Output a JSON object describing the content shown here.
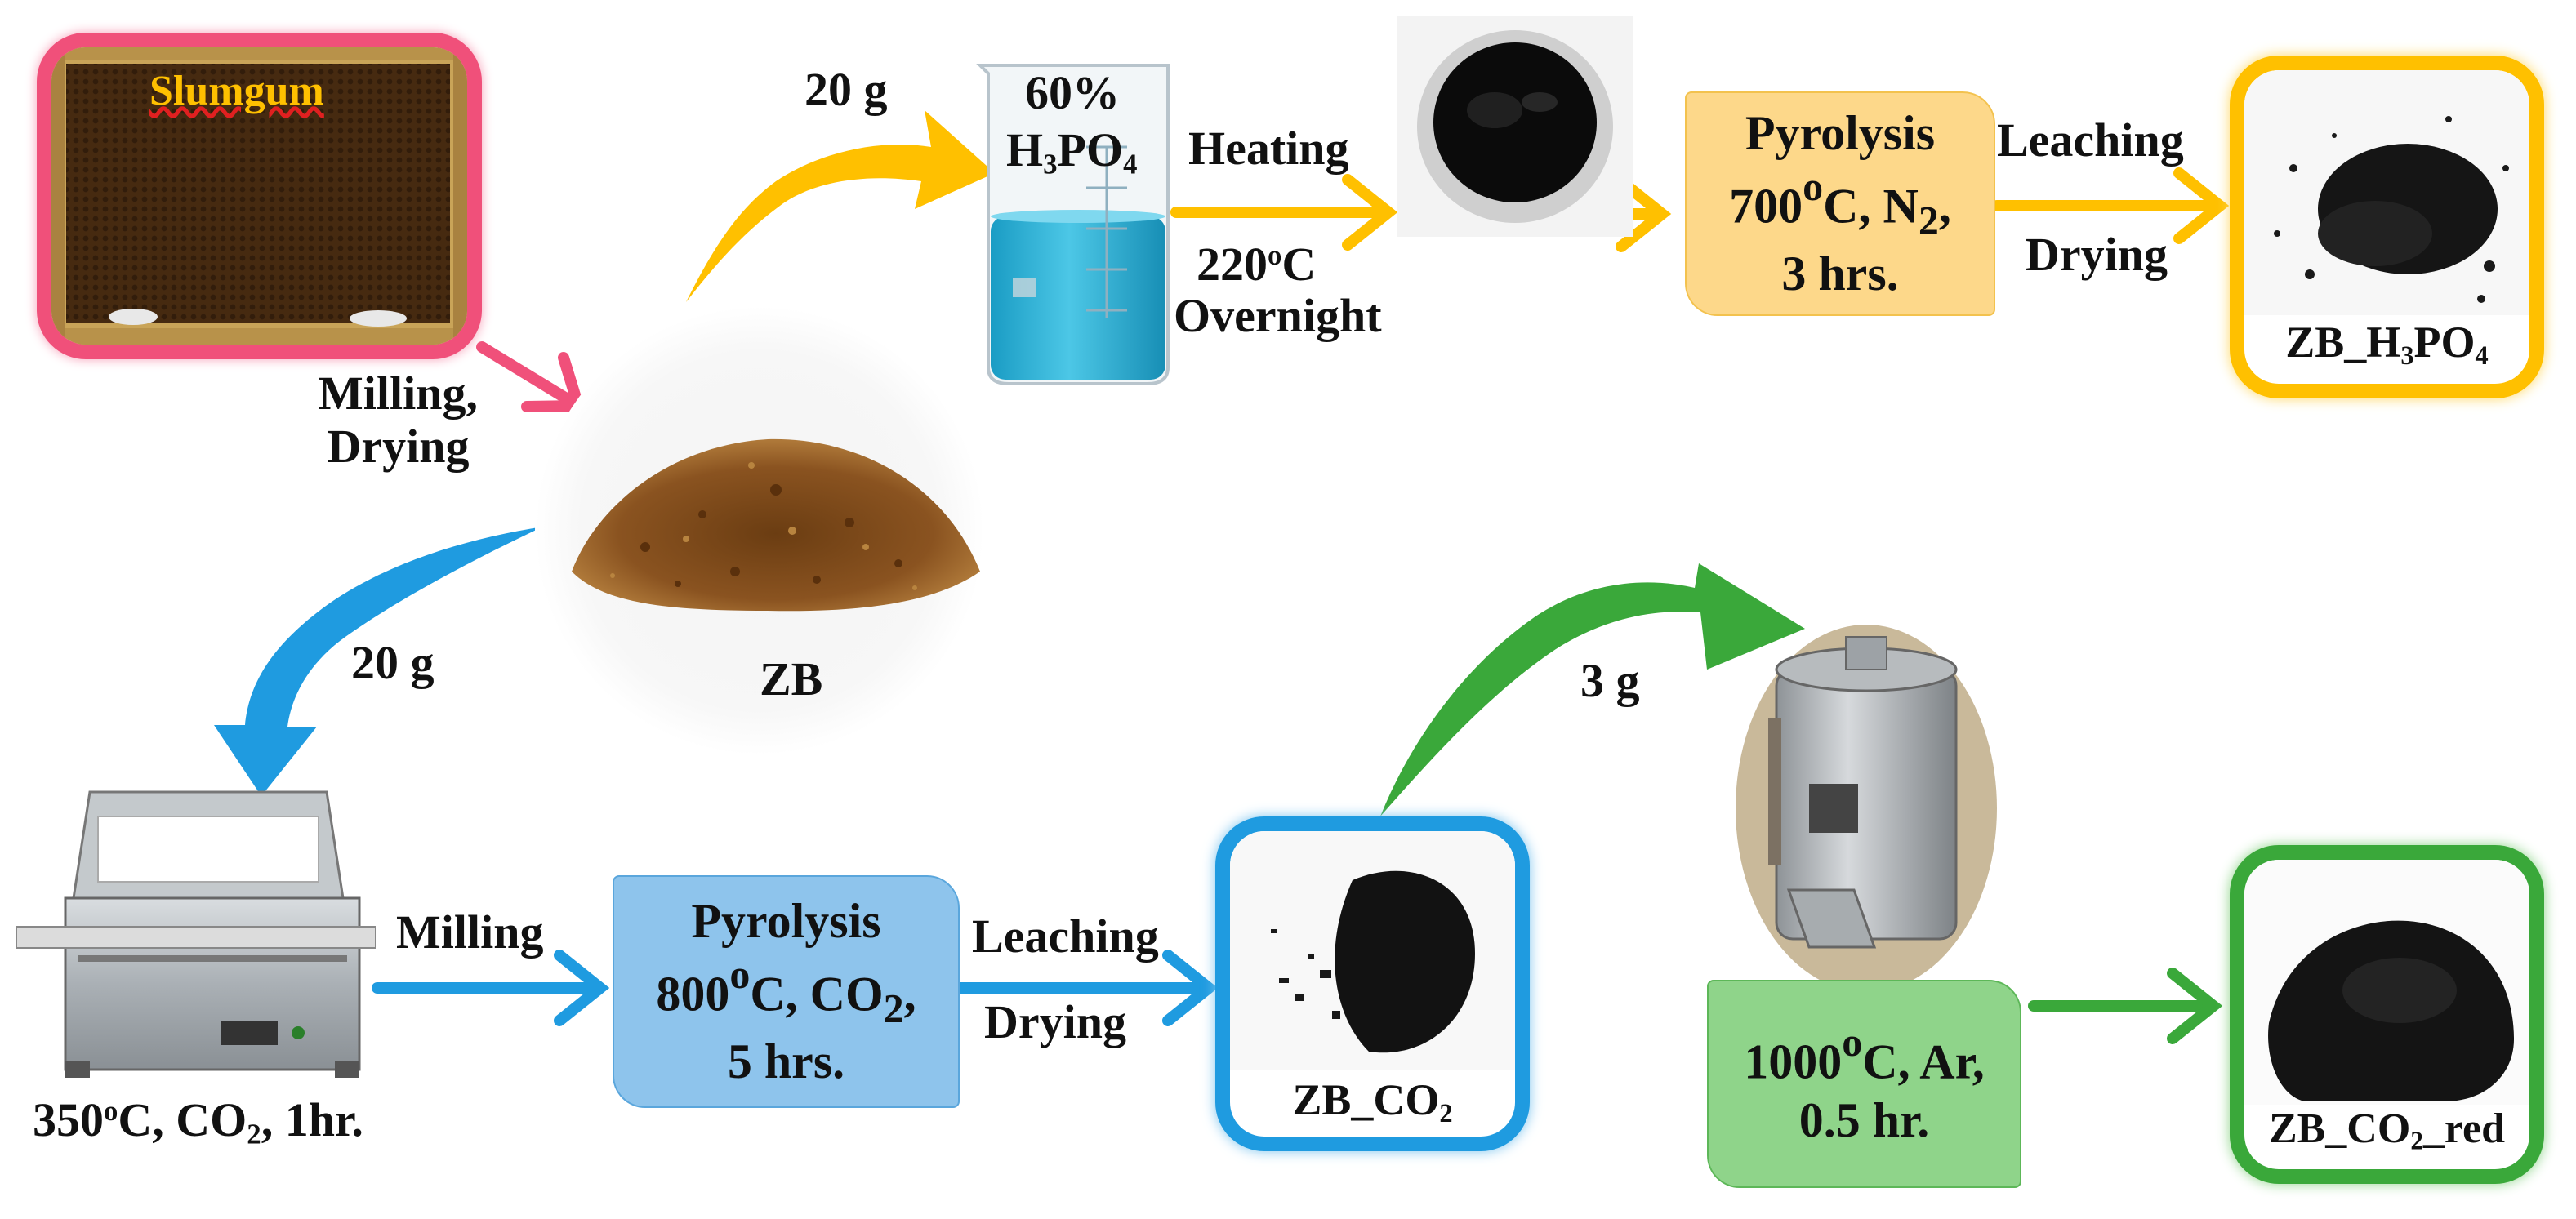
{
  "colors": {
    "red": "#f0507a",
    "yellow": "#ffc000",
    "blue": "#1f9be0",
    "green": "#3aa83a",
    "yellow_box": "#fdd88a",
    "blue_box": "#8ec4ec",
    "green_box": "#8fd48a"
  },
  "slumgum": {
    "label": "Slumgum"
  },
  "zb": {
    "label": "ZB"
  },
  "steps": {
    "milling_drying_1": "Milling,",
    "milling_drying_2": "Drying",
    "top_mass": "20 g",
    "left_mass": "20 g",
    "green_mass": "3 g"
  },
  "beaker": {
    "pct": "60%",
    "acid": "H",
    "acid_sub1": "3",
    "acid_mid": "PO",
    "acid_sub2": "4"
  },
  "heating": {
    "label": "Heating",
    "temp": "220",
    "temp_sup": "o",
    "temp_unit": "C",
    "time": "Overnight"
  },
  "pyro_top": {
    "line1": "Pyrolysis",
    "line2_a": "700",
    "line2_sup": "o",
    "line2_b": "C, N",
    "line2_sub": "2",
    "line2_c": ",",
    "line3": "3 hrs."
  },
  "leach_top": {
    "line1": "Leaching",
    "line2": "Drying"
  },
  "product_h3po4": {
    "a": "ZB_H",
    "sub1": "3",
    "b": "PO",
    "sub2": "4"
  },
  "furnace": {
    "caption_a": "350",
    "caption_sup": "o",
    "caption_b": "C, CO",
    "caption_sub": "2",
    "caption_c": ", 1hr."
  },
  "milling": {
    "label": "Milling"
  },
  "pyro_bottom": {
    "line1": "Pyrolysis",
    "line2_a": "800",
    "line2_sup": "o",
    "line2_b": "C, CO",
    "line2_sub": "2",
    "line2_c": ",",
    "line3": "5 hrs."
  },
  "leach_bottom": {
    "line1": "Leaching",
    "line2": "Drying"
  },
  "product_co2": {
    "a": "ZB_CO",
    "sub": "2"
  },
  "reduction": {
    "line1_a": "1000",
    "line1_sup": "o",
    "line1_b": "C, Ar,",
    "line2": "0.5 hr."
  },
  "product_red": {
    "a": "ZB_CO",
    "sub": "2",
    "b": "_red"
  }
}
